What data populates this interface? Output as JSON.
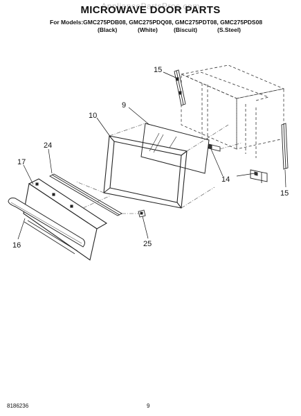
{
  "header": {
    "watermark": "AppliancePartsPros.com",
    "title": "MICROWAVE DOOR PARTS",
    "models": "For Models:GMC275PDB08, GMC275PDQ08, GMC275PDT08, GMC275PDS08",
    "colors": [
      "(Black)",
      "(White)",
      "(Biscuit)",
      "(S.Steel)"
    ]
  },
  "callouts": [
    "15",
    "9",
    "10",
    "24",
    "17",
    "16",
    "25",
    "14",
    "15"
  ],
  "footer": {
    "doc_number": "8186236",
    "page_number": "9"
  }
}
